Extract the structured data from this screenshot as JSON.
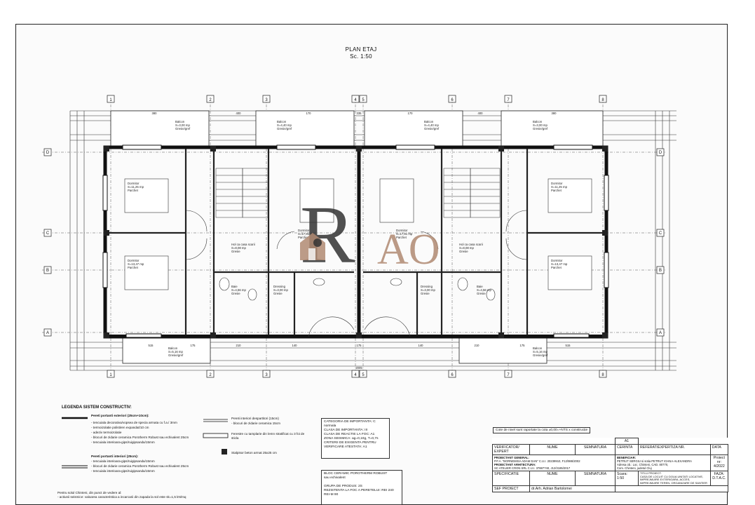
{
  "plan": {
    "title_line1": "PLAN ETAJ",
    "title_line2": "Sc. 1:50",
    "axis_top": [
      "1",
      "2",
      "3",
      "4",
      "5",
      "6",
      "7",
      "8"
    ],
    "axis_side": [
      "D",
      "C",
      "B",
      "A"
    ],
    "rooms": {
      "dormitor_left_top": [
        "Dormitor",
        "S=11,25 mp",
        "Parchet"
      ],
      "dormitor_left_bottom": [
        "Dormitor",
        "S=13,47 mp",
        "Parchet"
      ],
      "dormitor_center_left": [
        "Dormitor",
        "S=17,81 mp",
        "Parchet"
      ],
      "dormitor_center_right": [
        "Dormitor",
        "S=17,81 mp",
        "Parchet"
      ],
      "dormitor_right_top": [
        "Dormitor",
        "S=11,25 mp",
        "Parchet"
      ],
      "dormitor_right_bottom": [
        "Dormitor",
        "S=13,47 mp",
        "Parchet"
      ],
      "hol_left": [
        "Hol ca casa scarii",
        "S=8,08 mp",
        "Gresie"
      ],
      "hol_right": [
        "Hol ca casa scarii",
        "S=8,08 mp",
        "Gresie"
      ],
      "baie_left": [
        "Baie",
        "S=4,56 mp",
        "Gresie"
      ],
      "dressing_left": [
        "Dressing",
        "S=3,00 mp",
        "Gresie"
      ],
      "baie_right": [
        "Baie",
        "S=4,56 mp",
        "Gresie"
      ],
      "dressing_right": [
        "Dressing",
        "S=3,00 mp",
        "Gresie"
      ],
      "balcon_top_left": [
        "Balcon",
        "S=3,00 mp",
        "Gresie/gref"
      ],
      "balcon_top_center_left": [
        "Balcon",
        "S=4,40 mp",
        "Gresie/gref"
      ],
      "balcon_top_center_right": [
        "Balcon",
        "S=4,40 mp",
        "Gresie/gref"
      ],
      "balcon_top_right": [
        "Balcon",
        "S=3,00 mp",
        "Gresie/gref"
      ],
      "balcon_bottom_left": [
        "Balcon",
        "S=5,16 mp",
        "Gresie/gref"
      ],
      "balcon_bottom_right": [
        "Balcon",
        "S=5,16 mp",
        "Gresie/gref"
      ]
    },
    "dims_top": [
      "380",
      "400",
      "170",
      "335",
      "170",
      "400",
      "380"
    ],
    "dims_bottom": [
      "515",
      "175",
      "210",
      "140",
      "175",
      "140",
      "210",
      "175",
      "515"
    ],
    "total_dim": "2005"
  },
  "legend": {
    "title": "LEGENDA SISTEM CONSTRUCTIV:",
    "items": [
      "Pereti portanti exteriori (25cm+10cm):",
      "- tencuiala decorativa/vopsea de specia armata cu f.a./ 3mm",
      "- termoizolatie polistiren expandat/10 cm",
      "- adeziv termoizolatie",
      "- blocuri de zidarie ceramica Porotherm Robust sau echivalent 25cm",
      "- tencuiala interioara-gips/ruigipsanda/15mm",
      "Pereti portanti interiori (25cm):",
      "- tencuiala interioara-gips/ruigipsanda/15mm",
      "- blocuri de zidarie ceramica Porotherm Robust sau echivalent 25cm",
      "- tencuiala interioara-gips/ruigipsanda/15mm"
    ],
    "mid_items": [
      "Pereti interiori despartitori (15cm)",
      "- blocuri de zidarie ceramica 15cm",
      "Ferestre cu tamplarie din lemn stratificat cu 3 foi de sticla",
      "Stalpisor beton armat 25x25 cm"
    ],
    "footer": [
      "Pentru solul Chinteni, din punct de vedere al:",
      "- actiunii seismice: valoarea caracteristica a incarcarii din zapada la sol este sk=1,5 kN/mq"
    ]
  },
  "categ_box": [
    "CATEGORIA DE IMPORTANTA: C normala",
    "CLASA DE IMPORTANTA: III",
    "CLASA DE REACTIE LA FOC: A1",
    "ZONA SEISMICA: ag=0,10g, T=0,7s",
    "CRITERII DE EXIGENTA PENTRU",
    "VERIFICARE ATESTATA: A1"
  ],
  "bloc_box": [
    "BLOC CERAMIC POROTHERM ROBUST",
    "sau echivalent",
    "",
    "GRUPA DE PRODUS: 2S",
    "REZISTENTA LA FOC A PERETELUI: REI 240",
    "REI-M 90"
  ],
  "titleblock": {
    "caption": "Cote de nivel sunt raportate la cota ±0,00=+NTS x construcție",
    "at": "A1",
    "verificator": "VERIFICATOR/ EXPERT",
    "nume": "NUME",
    "semnatura": "SEMNATURA",
    "cerinta": "CERINTA",
    "referat": "REFERAT/EXPERTIZA NR.",
    "data": "DATA",
    "proiectant_general": "PROIECTANT GENERAL:",
    "proiectant_text": "P.F.A. \"BORNEMISA ADAM DAN\" C.U.I. 20239910, F12/986/2002",
    "proiectant_arhitectura": "PROIECTANT ARHITECTURA:",
    "arh_text": "SC ATELIER CRON SRL C.U.I. 37887740, J12/2185/2017",
    "beneficiar": "BENEFICIAR:",
    "beneficiar_text": "PETRUT SERGIU si sotia PETRUT IOANA-ALEXANDRA",
    "adresa": "Adresa ob.: Loc. Chinteni, CAD. 80770,",
    "adresa2": "Com. Chinteni, judetul Cluj",
    "proiect_label": "Proiect nr:",
    "proiect_nr": "4/2022",
    "specificatie": "SPECIFICATIE",
    "scara_label": "Scara:",
    "scara": "1:50",
    "titlu_proiect": "TITLU PROIECT:",
    "titlu_text": "CASA DE LOCUIT CU DOUA UNITATI LOCATIVE, IMPREJMUIRE EXTERIOARA, ACCES, IMPREJMUIRE TEREN, ORGANIZARE DE SANTIER",
    "faza_label": "FAZA:",
    "faza": "D.T.A.C.",
    "sef_proiect": "SEF PROIECT",
    "sef_nume": "dr.Arh. Adrian Bartolomei"
  },
  "watermark": {
    "letters": "RAO"
  }
}
